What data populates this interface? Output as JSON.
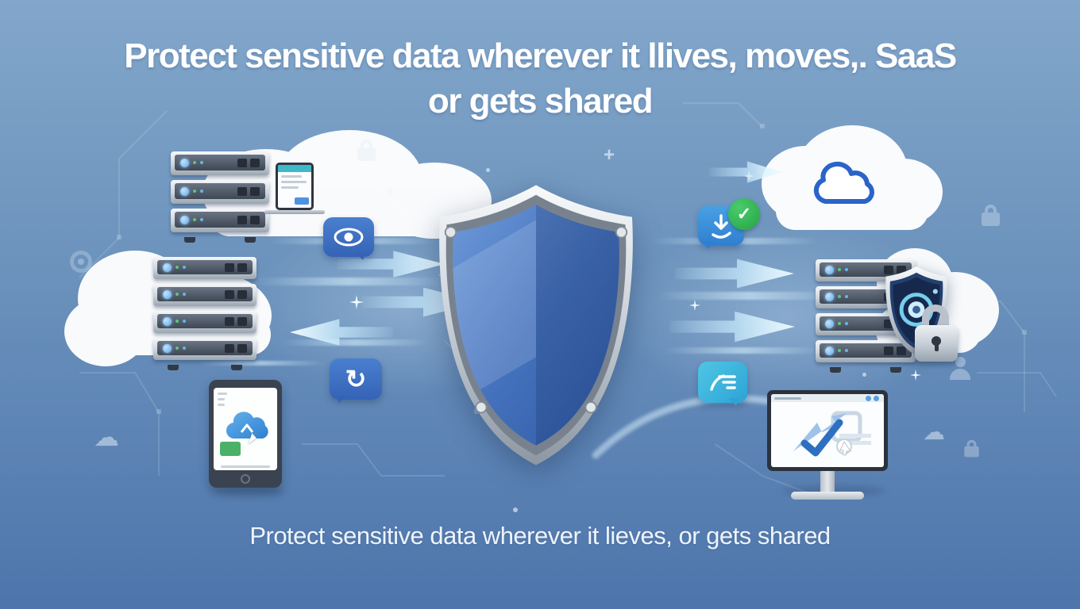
{
  "title": {
    "line1": "Protect sensitive data wherever it llives, moves,. SaaS",
    "line2": "or gets shared"
  },
  "caption": "Protect sensitive data wherever it lieves, or gets shared",
  "icons": {
    "check": "✓",
    "refresh": "↻",
    "cloud_glyph": "☁",
    "plus": "+",
    "eye": "eye-monitoring (svg shape)",
    "download": "download-arrow (svg shape)",
    "chat": "chat-text-lines (svg shape)",
    "cloud_outline": "cloud-outline (svg shape)",
    "shield": "security-shield (svg shape)",
    "padlock": "padlock (css shape)"
  },
  "colors": {
    "background_top": "#83a7cb",
    "background_bottom": "#4e75ac",
    "headline_text": "#ffffff",
    "caption_text": "#eef4fa",
    "shield_face_light": "#6e9ada",
    "shield_face_dark": "#2f59a6",
    "metal_light": "#f8fafb",
    "metal_dark": "#8d97a2",
    "bubble_blue": "#3f6ec6",
    "chat_teal": "#35b4dc",
    "check_green": "#27a344",
    "cloud_icon_blue": "#2b64c8",
    "arrow_glow": "#cdeeff",
    "led_blue": "#5ea9ec",
    "device_dark": "#333c48",
    "screen_white": "#fbfdfe",
    "tech_cyan": "#7fe0ff"
  }
}
